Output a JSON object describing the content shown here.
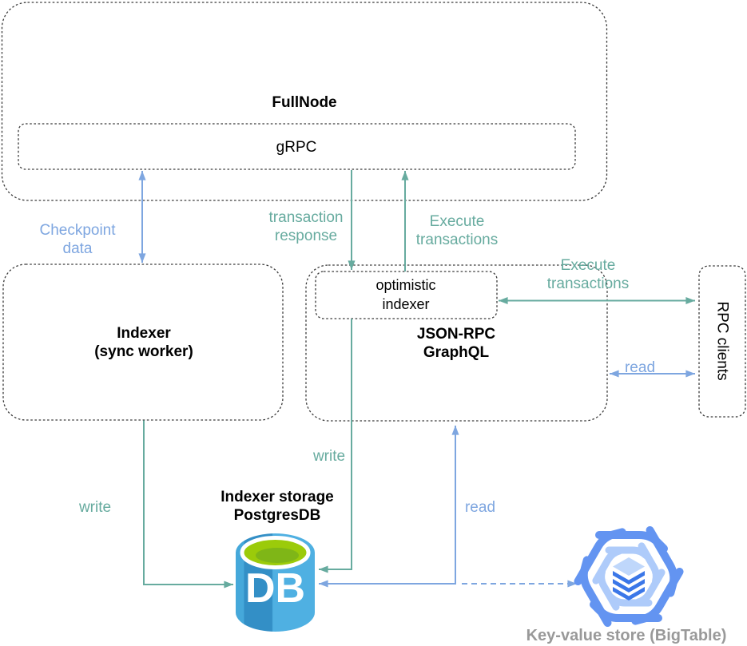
{
  "nodes": {
    "fullnode": {
      "label": "FullNode"
    },
    "grpc": {
      "label": "gRPC"
    },
    "indexer": {
      "l1": "Indexer",
      "l2": "(sync worker)"
    },
    "optimistic": {
      "l1": "optimistic",
      "l2": "indexer"
    },
    "jsonrpc": {
      "l1": "JSON-RPC",
      "l2": "GraphQL"
    },
    "rpc_clients": {
      "label": "RPC clients"
    },
    "storage": {
      "l1": "Indexer storage",
      "l2": "PostgresDB"
    },
    "db_icon": {
      "label": "DB"
    },
    "bigtable": {
      "caption": "Key-value store (BigTable)"
    }
  },
  "edges": {
    "checkpoint": {
      "l1": "Checkpoint",
      "l2": "data"
    },
    "tx_response": {
      "l1": "transaction",
      "l2": "response"
    },
    "execute_top": {
      "l1": "Execute",
      "l2": "transactions"
    },
    "execute_right": {
      "l1": "Execute",
      "l2": "transactions"
    },
    "write_left": {
      "label": "write"
    },
    "write_right": {
      "label": "write"
    },
    "read_center": {
      "label": "read"
    },
    "read_right": {
      "label": "read"
    }
  },
  "colors": {
    "teal": "#67AB9F",
    "blue": "#7EA6E0",
    "box_border": "#3B3B3B",
    "caption_gray": "#999999",
    "db_body_dark": "#338FC6",
    "db_body_light": "#4FB0E2",
    "db_green": "#9BCB0A",
    "db_green_dark": "#7FB617",
    "bigtable_medium": "#6394F1",
    "bigtable_light": "#AECBFA",
    "bigtable_dark": "#3B77E8",
    "bigtable_pale": "#BFD7FB"
  }
}
